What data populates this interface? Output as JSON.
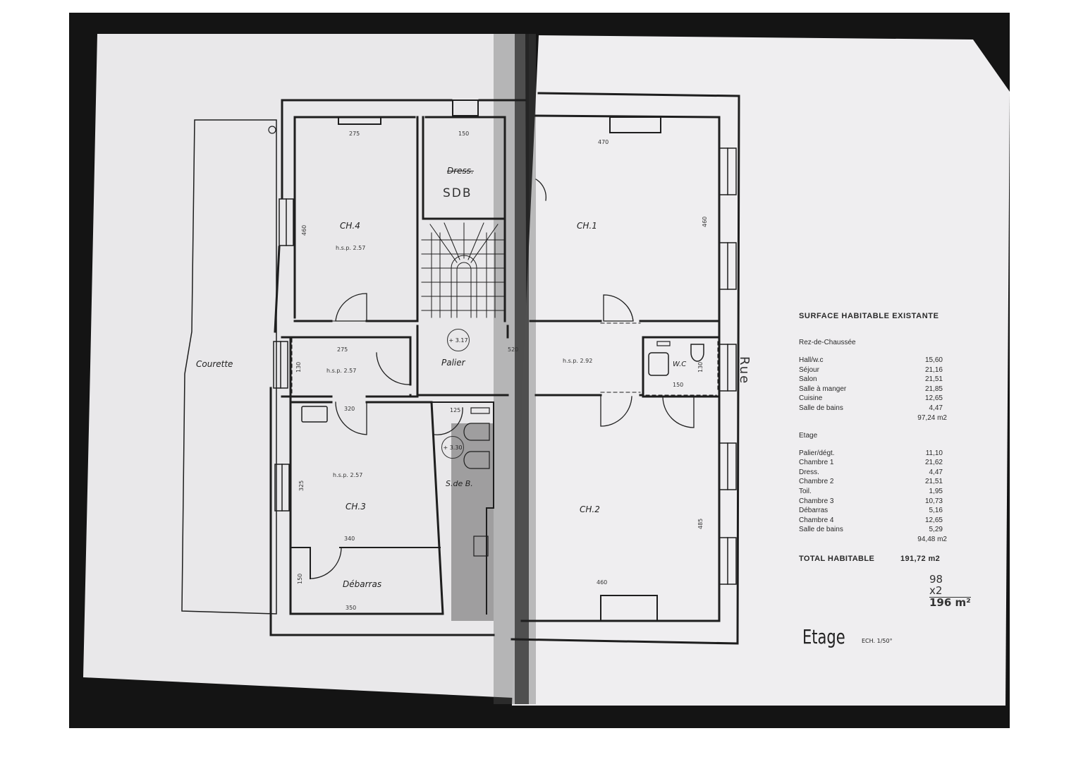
{
  "plan": {
    "level_title": "Etage",
    "scale": "ECH. 1/50°",
    "street_note": "Rue",
    "rooms": {
      "ch4": {
        "name": "CH.4",
        "height": "h.s.p. 2.57",
        "dim_top": "275",
        "dim_side": "460"
      },
      "dress": {
        "name": "Dress.",
        "handwritten": "SDB",
        "dim_top": "150"
      },
      "ch1": {
        "name": "CH.1",
        "dim_top": "470",
        "dim_side": "460"
      },
      "degagement_left": {
        "height": "h.s.p. 2.57",
        "dim_top": "275",
        "dim_side": "130"
      },
      "palier": {
        "name": "Palier",
        "level_marker": "+ 3.17",
        "dim": "520"
      },
      "degagement_right": {
        "height": "h.s.p. 2.92"
      },
      "wc": {
        "name": "W.C",
        "dim_bottom": "150",
        "dim_side": "130"
      },
      "ch3": {
        "name": "CH.3",
        "height": "h.s.p. 2.57",
        "dim_top": "320",
        "dim_side": "325",
        "dim_bottom": "340"
      },
      "sdb": {
        "name": "S.de B.",
        "level_marker": "+ 3.30",
        "dim_top": "125"
      },
      "debarras": {
        "name": "Débarras",
        "dim_side": "150",
        "dim_bottom": "350"
      },
      "ch2": {
        "name": "CH.2",
        "dim_bottom": "460",
        "dim_side": "485"
      },
      "courette": {
        "name": "Courette"
      }
    }
  },
  "surface_table": {
    "title": "SURFACE HABITABLE EXISTANTE",
    "sections": [
      {
        "name": "Rez-de-Chaussée",
        "rows": [
          {
            "room": "Hall/w.c",
            "area": "15,60"
          },
          {
            "room": "Séjour",
            "area": "21,16"
          },
          {
            "room": "Salon",
            "area": "21,51"
          },
          {
            "room": "Salle à manger",
            "area": "21,85"
          },
          {
            "room": "Cuisine",
            "area": "12,65"
          },
          {
            "room": "Salle de bains",
            "area": "4,47"
          }
        ],
        "subtotal": "97,24 m2"
      },
      {
        "name": "Etage",
        "rows": [
          {
            "room": "Palier/dégt.",
            "area": "11,10"
          },
          {
            "room": "Chambre 1",
            "area": "21,62"
          },
          {
            "room": "Dress.",
            "area": "4,47"
          },
          {
            "room": "Chambre 2",
            "area": "21,51"
          },
          {
            "room": "Toil.",
            "area": "1,95"
          },
          {
            "room": "Chambre 3",
            "area": "10,73"
          },
          {
            "room": "Débarras",
            "area": "5,16"
          },
          {
            "room": "Chambre 4",
            "area": "12,65"
          },
          {
            "room": "Salle de bains",
            "area": "5,29"
          }
        ],
        "subtotal": "94,48 m2"
      }
    ],
    "total_label": "TOTAL HABITABLE",
    "total_value": "191,72 m2"
  },
  "handwritten_calc": {
    "line1": "98",
    "line2": "x2",
    "line3": "196 m²"
  }
}
